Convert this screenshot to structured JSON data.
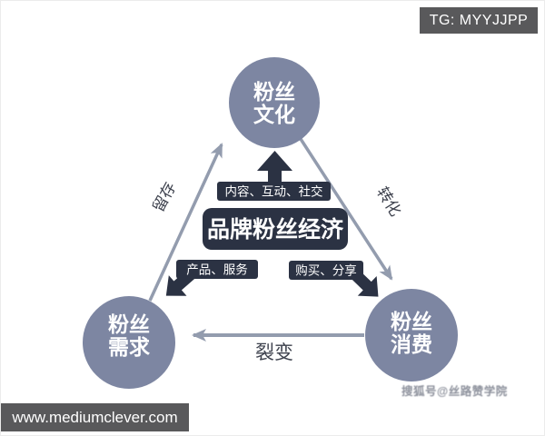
{
  "header": {
    "badge_label": "TG: MYYJJPP"
  },
  "footer": {
    "url_label": "www.mediumclever.com",
    "watermark_label": "搜狐号@丝路赞学院"
  },
  "diagram": {
    "title_box": "品牌粉丝经济",
    "nodes": {
      "top": {
        "line1": "粉丝",
        "line2": "文化"
      },
      "bottom_left": {
        "line1": "粉丝",
        "line2": "需求"
      },
      "bottom_right": {
        "line1": "粉丝",
        "line2": "消费"
      }
    },
    "channels": {
      "top": "内容、互动、社交",
      "left": "产品、服务",
      "right": "购买、分享"
    },
    "edges": {
      "left": "留存",
      "right": "转化",
      "bottom": "裂变"
    },
    "colors": {
      "node_fill": "#7d86a2",
      "dark_box": "#2b3243",
      "connector": "#939cae",
      "edge_text": "#3d414d",
      "badge_bg": "#59595b",
      "watermark_text": "#8d919c"
    }
  }
}
